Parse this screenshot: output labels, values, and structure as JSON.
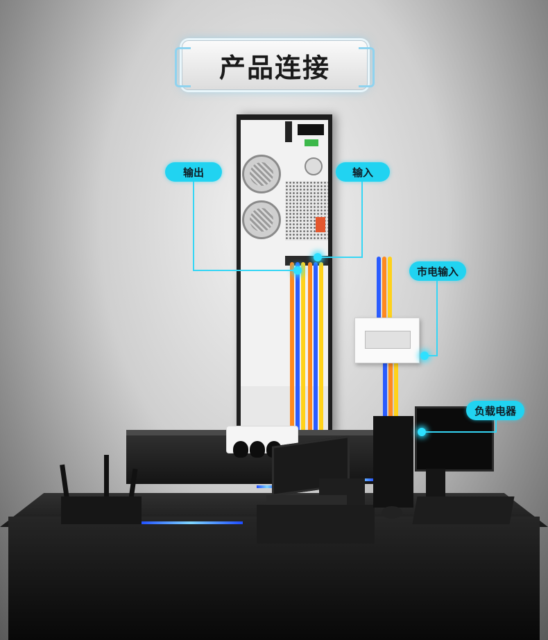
{
  "title": "产品连接",
  "labels": {
    "output": "输出",
    "input": "输入",
    "mains_input": "市电输入",
    "load_devices": "负载电器"
  },
  "colors": {
    "accent": "#21d3f1",
    "cable_blue": "#2a5cff",
    "cable_orange": "#ff8a1f",
    "cable_yellow": "#ffd21a"
  }
}
